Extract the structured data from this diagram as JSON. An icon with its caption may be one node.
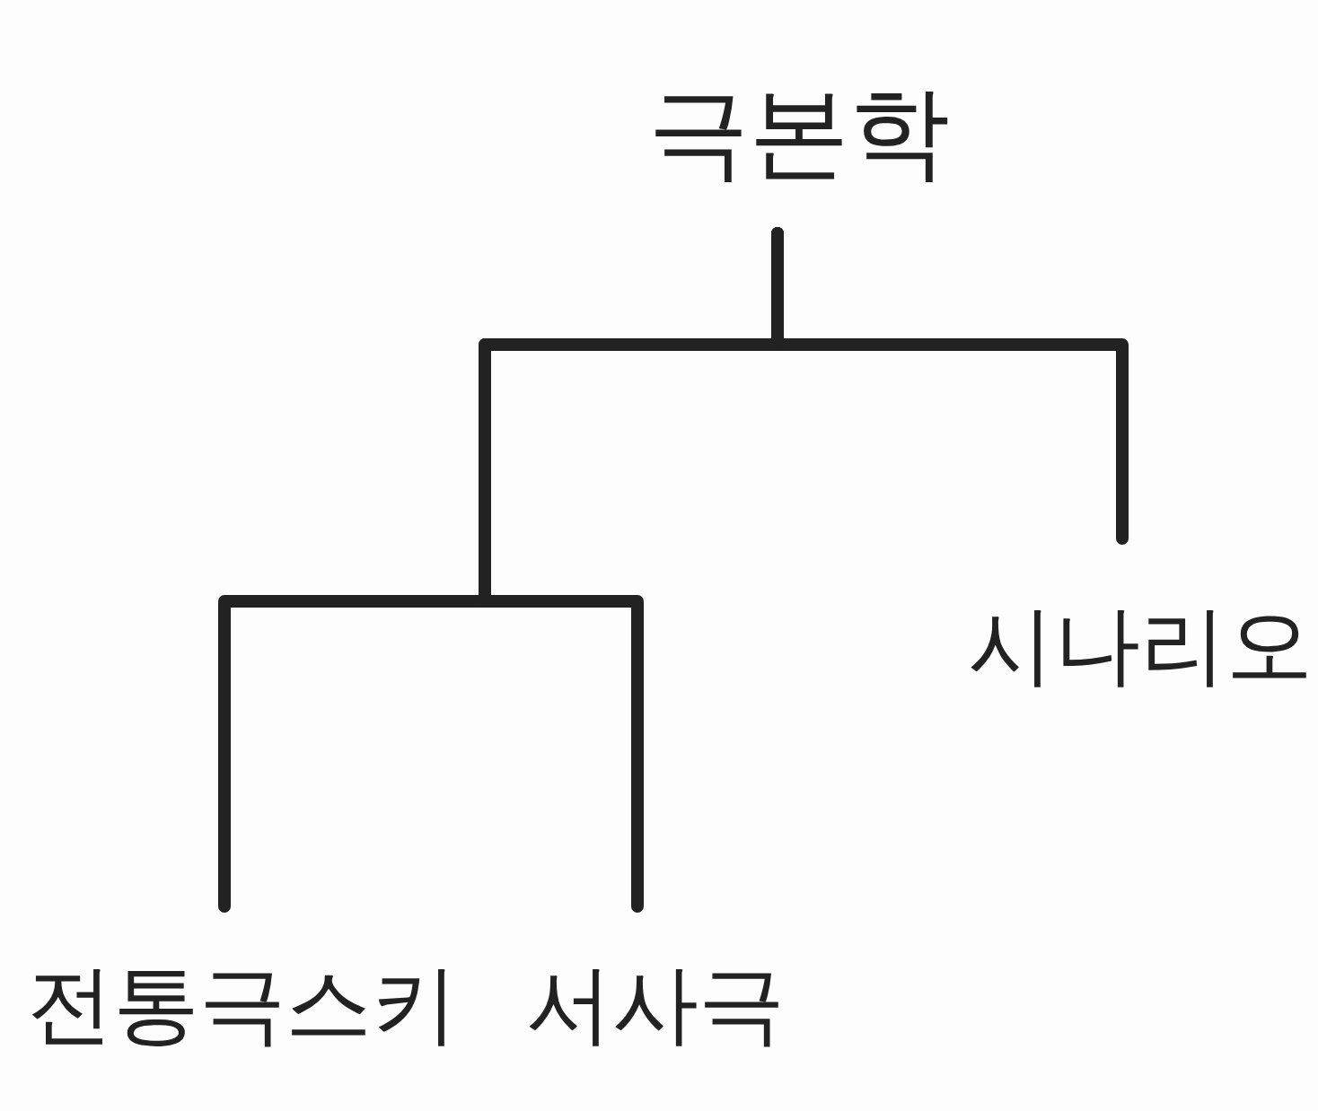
{
  "diagram": {
    "nodes": [
      {
        "text": [
          "극본학"
        ]
      },
      {
        "text": [
          "시나리오"
        ]
      },
      {
        "text": [
          "전통극스키"
        ]
      },
      {
        "text": [
          "서사극"
        ]
      }
    ],
    "edges": [
      {
        "from": 0,
        "to": 1,
        "arrow": "none"
      },
      {
        "from": 0,
        "to": 2,
        "arrow": "none"
      },
      {
        "from": 0,
        "to": 3,
        "arrow": "none"
      }
    ]
  }
}
